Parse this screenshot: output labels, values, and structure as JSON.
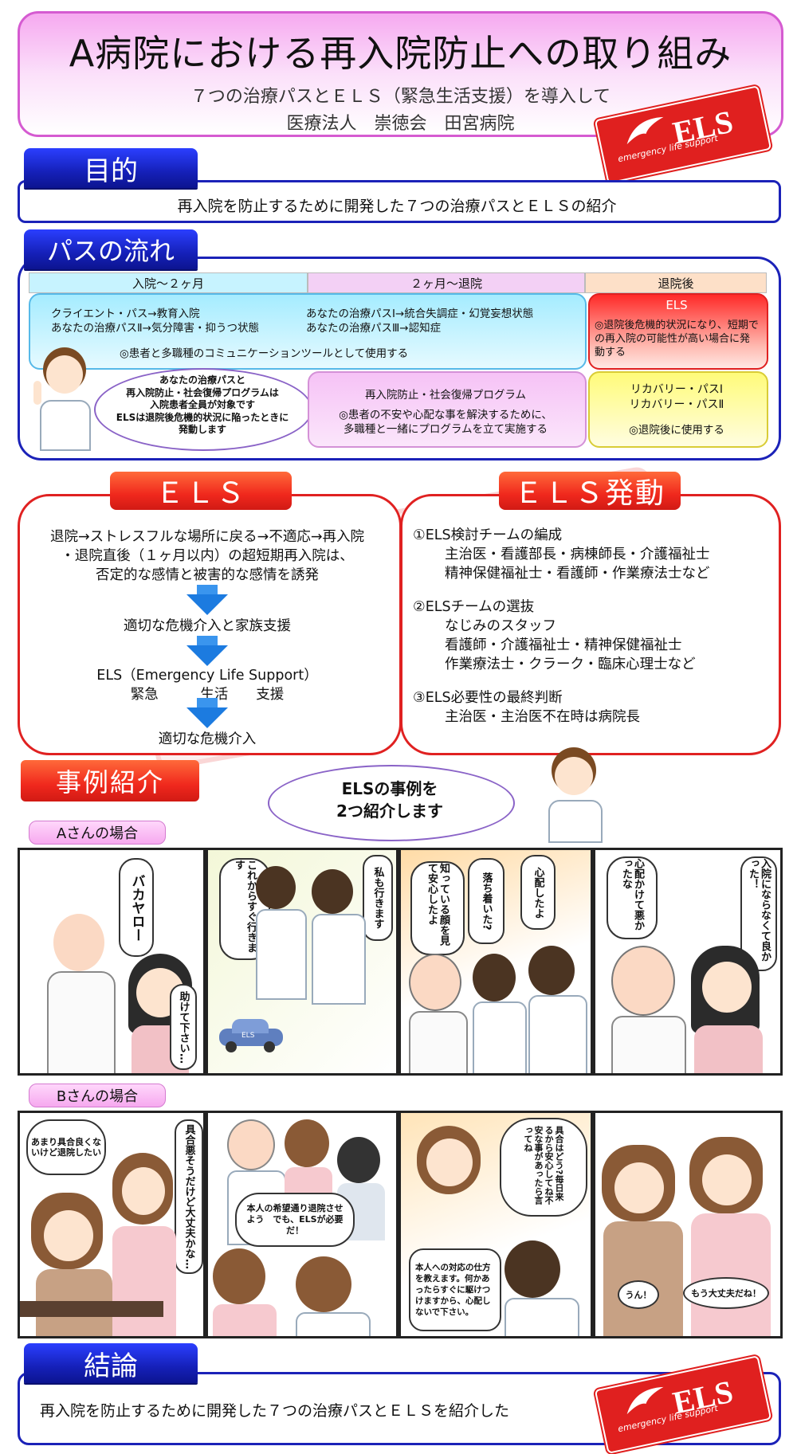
{
  "header": {
    "title": "A病院における再入院防止への取り組み",
    "subtitle": "７つの治療パスとＥＬＳ（緊急生活支援）を導入して",
    "affiliation": "医療法人　崇徳会　田宮病院",
    "logo_text": "ELS",
    "logo_sub": "emergency life support"
  },
  "purpose": {
    "tab": "目的",
    "text": "再入院を防止するために開発した７つの治療パスとＥＬＳの紹介"
  },
  "path_flow": {
    "tab": "パスの流れ",
    "phases": [
      "入院～２ヶ月",
      "２ヶ月～退院",
      "退院後"
    ],
    "cyan_box": {
      "lines_left": [
        "クライエント・パス→教育入院",
        "あなたの治療パスⅡ→気分障害・抑うつ状態"
      ],
      "lines_right": [
        "あなたの治療パスⅠ→統合失調症・幻覚妄想状態",
        "あなたの治療パスⅢ→認知症"
      ],
      "note": "◎患者と多職種のコミュニケーションツールとして使用する"
    },
    "els_box": {
      "title": "ELS",
      "text": "◎退院後危機的状況になり、短期での再入院の可能性が高い場合に発動する"
    },
    "nurse_bubble": [
      "あなたの治療パスと",
      "再入院防止・社会復帰プログラムは",
      "入院患者全員が対象です",
      "ELSは退院後危機的状況に陥ったときに",
      "発動します"
    ],
    "program_box": {
      "title": "再入院防止・社会復帰プログラム",
      "text": [
        "◎患者の不安や心配な事を解決するために、",
        "多職種と一緒にプログラムを立て実施する"
      ]
    },
    "recovery_box": {
      "lines": [
        "リカバリー・パスⅠ",
        "リカバリー・パスⅡ"
      ],
      "note": "◎退院後に使用する"
    }
  },
  "els": {
    "tab": "ＥＬＳ",
    "lines": [
      "退院→ストレスフルな場所に戻る→不適応→再入院",
      "・退院直後（１ヶ月以内）の超短期再入院は、",
      "否定的な感情と被害的な感情を誘発"
    ],
    "step1": "適切な危機介入と家族支援",
    "step2": "ELS（Emergency Life Support）",
    "step2_sub": "緊急　　　生活　　支援",
    "step3": "適切な危機介入"
  },
  "els_activation": {
    "tab": "ＥＬＳ発動",
    "items": [
      {
        "title": "①ELS検討チームの編成",
        "lines": [
          "主治医・看護部長・病棟師長・介護福祉士",
          "精神保健福祉士・看護師・作業療法士など"
        ]
      },
      {
        "title": "②ELSチームの選抜",
        "lines": [
          "なじみのスタッフ",
          "看護師・介護福祉士・精神保健福祉士",
          "作業療法士・クラーク・臨床心理士など"
        ]
      },
      {
        "title": "③ELS必要性の最終判断",
        "lines": [
          "主治医・主治医不在時は病院長"
        ]
      }
    ]
  },
  "cases": {
    "tab": "事例紹介",
    "intro_bubble": [
      "ELSの事例を",
      "2つ紹介します"
    ],
    "case_a": {
      "label": "Aさんの場合",
      "p1_shout": "バカヤロー",
      "p1_help": "助けて下さい…",
      "p2_left": "これからすぐ行きます",
      "p2_right": "私も行きます",
      "p2_car": "ELS",
      "p3_a": "知っている顔を見て安心したよ",
      "p3_b": "落ち着いた?",
      "p3_c": "心配したよ",
      "p4_a": "心配かけて悪かったな",
      "p4_b": "入院にならなくて良かった！"
    },
    "case_b": {
      "label": "Bさんの場合",
      "p1_thought": "あまり具合良くないけど退院したい",
      "p1_v": "具合悪そうだけど大丈夫かな…",
      "p2_bubble": "本人の希望通り退院させよう　でも、ELSが必要だ！",
      "p3_v": "具合はどう?毎日来るから安心してね不安な事があったら言ってね",
      "p3_box": "本人への対応の仕方を教えます。何かあったらすぐに駆けつけますから、心配しないで下さい。",
      "p4_a": "うん！",
      "p4_b": "もう大丈夫だね！"
    }
  },
  "conclusion": {
    "tab": "結論",
    "text": "再入院を防止するために開発した７つの治療パスとＥＬＳを紹介した",
    "logo_text": "ELS",
    "logo_sub": "emergency life support"
  },
  "colors": {
    "navy": "#1b22b8",
    "red": "#e02121",
    "pink": "#f6a9f0",
    "cyan": "#c9f4ff",
    "lavender": "#f4d4f6",
    "yellow": "#fffb9a"
  }
}
